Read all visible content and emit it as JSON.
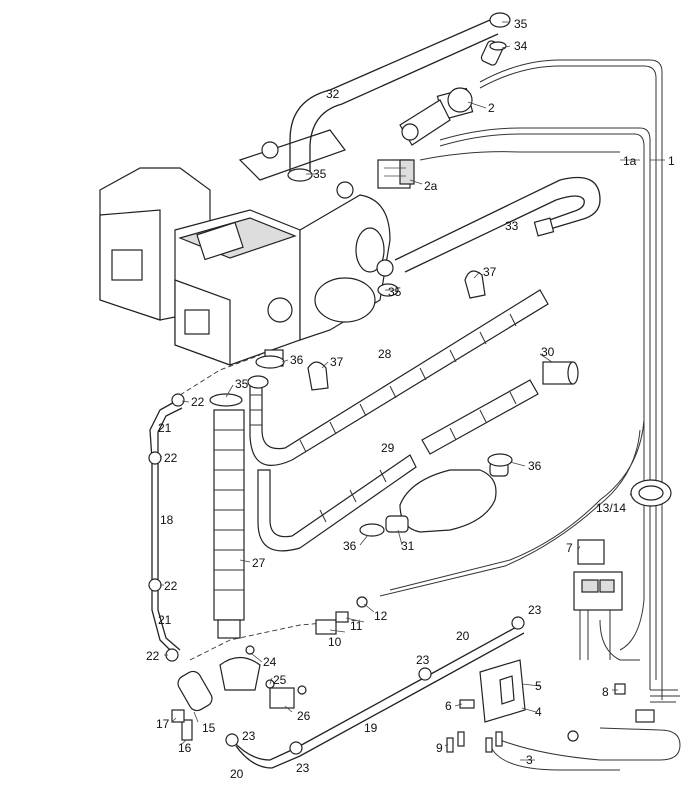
{
  "labels": {
    "l1": "1",
    "l1a": "1a",
    "l2": "2",
    "l2a": "2a",
    "l3": "3",
    "l4": "4",
    "l5": "5",
    "l6": "6",
    "l7": "7",
    "l8": "8",
    "l9": "9",
    "l10": "10",
    "l11": "11",
    "l12": "12",
    "l1314": "13/14",
    "l15": "15",
    "l16": "16",
    "l17": "17",
    "l18": "18",
    "l19": "19",
    "l20a": "20",
    "l20b": "20",
    "l21a": "21",
    "l21b": "21",
    "l22a": "22",
    "l22b": "22",
    "l22c": "22",
    "l22d": "22",
    "l23a": "23",
    "l23b": "23",
    "l23c": "23",
    "l23d": "23",
    "l24": "24",
    "l25": "25",
    "l26": "26",
    "l27": "27",
    "l28": "28",
    "l29": "29",
    "l30": "30",
    "l31": "31",
    "l32": "32",
    "l33": "33",
    "l34": "34",
    "l35a": "35",
    "l35b": "35",
    "l35c": "35",
    "l35d": "35",
    "l36a": "36",
    "l36b": "36",
    "l36c": "36",
    "l37a": "37",
    "l37b": "37"
  }
}
